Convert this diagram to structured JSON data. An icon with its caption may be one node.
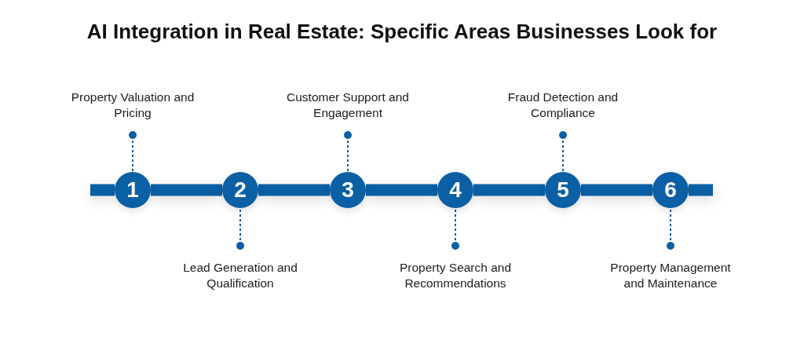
{
  "diagram": {
    "title": "AI Integration in Real Estate: Specific Areas Businesses Look for",
    "nodes": [
      {
        "text": [
          "Property Valuation and Pricing"
        ]
      },
      {
        "text": [
          "1"
        ]
      },
      {
        "text": [
          "Lead Generation and Qualification"
        ]
      },
      {
        "text": [
          "2"
        ]
      },
      {
        "text": [
          "Customer Support and Engagement"
        ]
      },
      {
        "text": [
          "3"
        ]
      },
      {
        "text": [
          "Property Search and Recommendations"
        ]
      },
      {
        "text": [
          "4"
        ]
      },
      {
        "text": [
          "Fraud Detection and Compliance"
        ]
      },
      {
        "text": [
          "5"
        ]
      },
      {
        "text": [
          "Property Management and Maintenance"
        ]
      },
      {
        "text": [
          "6"
        ]
      }
    ],
    "edges": [
      {
        "from": 0,
        "to": 1,
        "arrow": "other",
        "style": "dashed"
      },
      {
        "from": 2,
        "to": 3,
        "arrow": "other",
        "style": "dashed"
      },
      {
        "from": 4,
        "to": 5,
        "arrow": "other",
        "style": "dashed"
      },
      {
        "from": 6,
        "to": 7,
        "arrow": "other",
        "style": "dashed"
      },
      {
        "from": 8,
        "to": 9,
        "arrow": "other",
        "style": "dashed"
      },
      {
        "from": 10,
        "to": 11,
        "arrow": "other",
        "style": "dashed"
      },
      {
        "from": null,
        "to": 1,
        "arrow": "none"
      },
      {
        "from": 1,
        "to": 3,
        "arrow": "none"
      },
      {
        "from": 3,
        "to": 5,
        "arrow": "none"
      },
      {
        "from": 5,
        "to": 7,
        "arrow": "none"
      },
      {
        "from": 7,
        "to": 9,
        "arrow": "none"
      },
      {
        "from": 9,
        "to": 11,
        "arrow": "none"
      },
      {
        "from": 11,
        "to": null,
        "arrow": "none"
      }
    ]
  }
}
